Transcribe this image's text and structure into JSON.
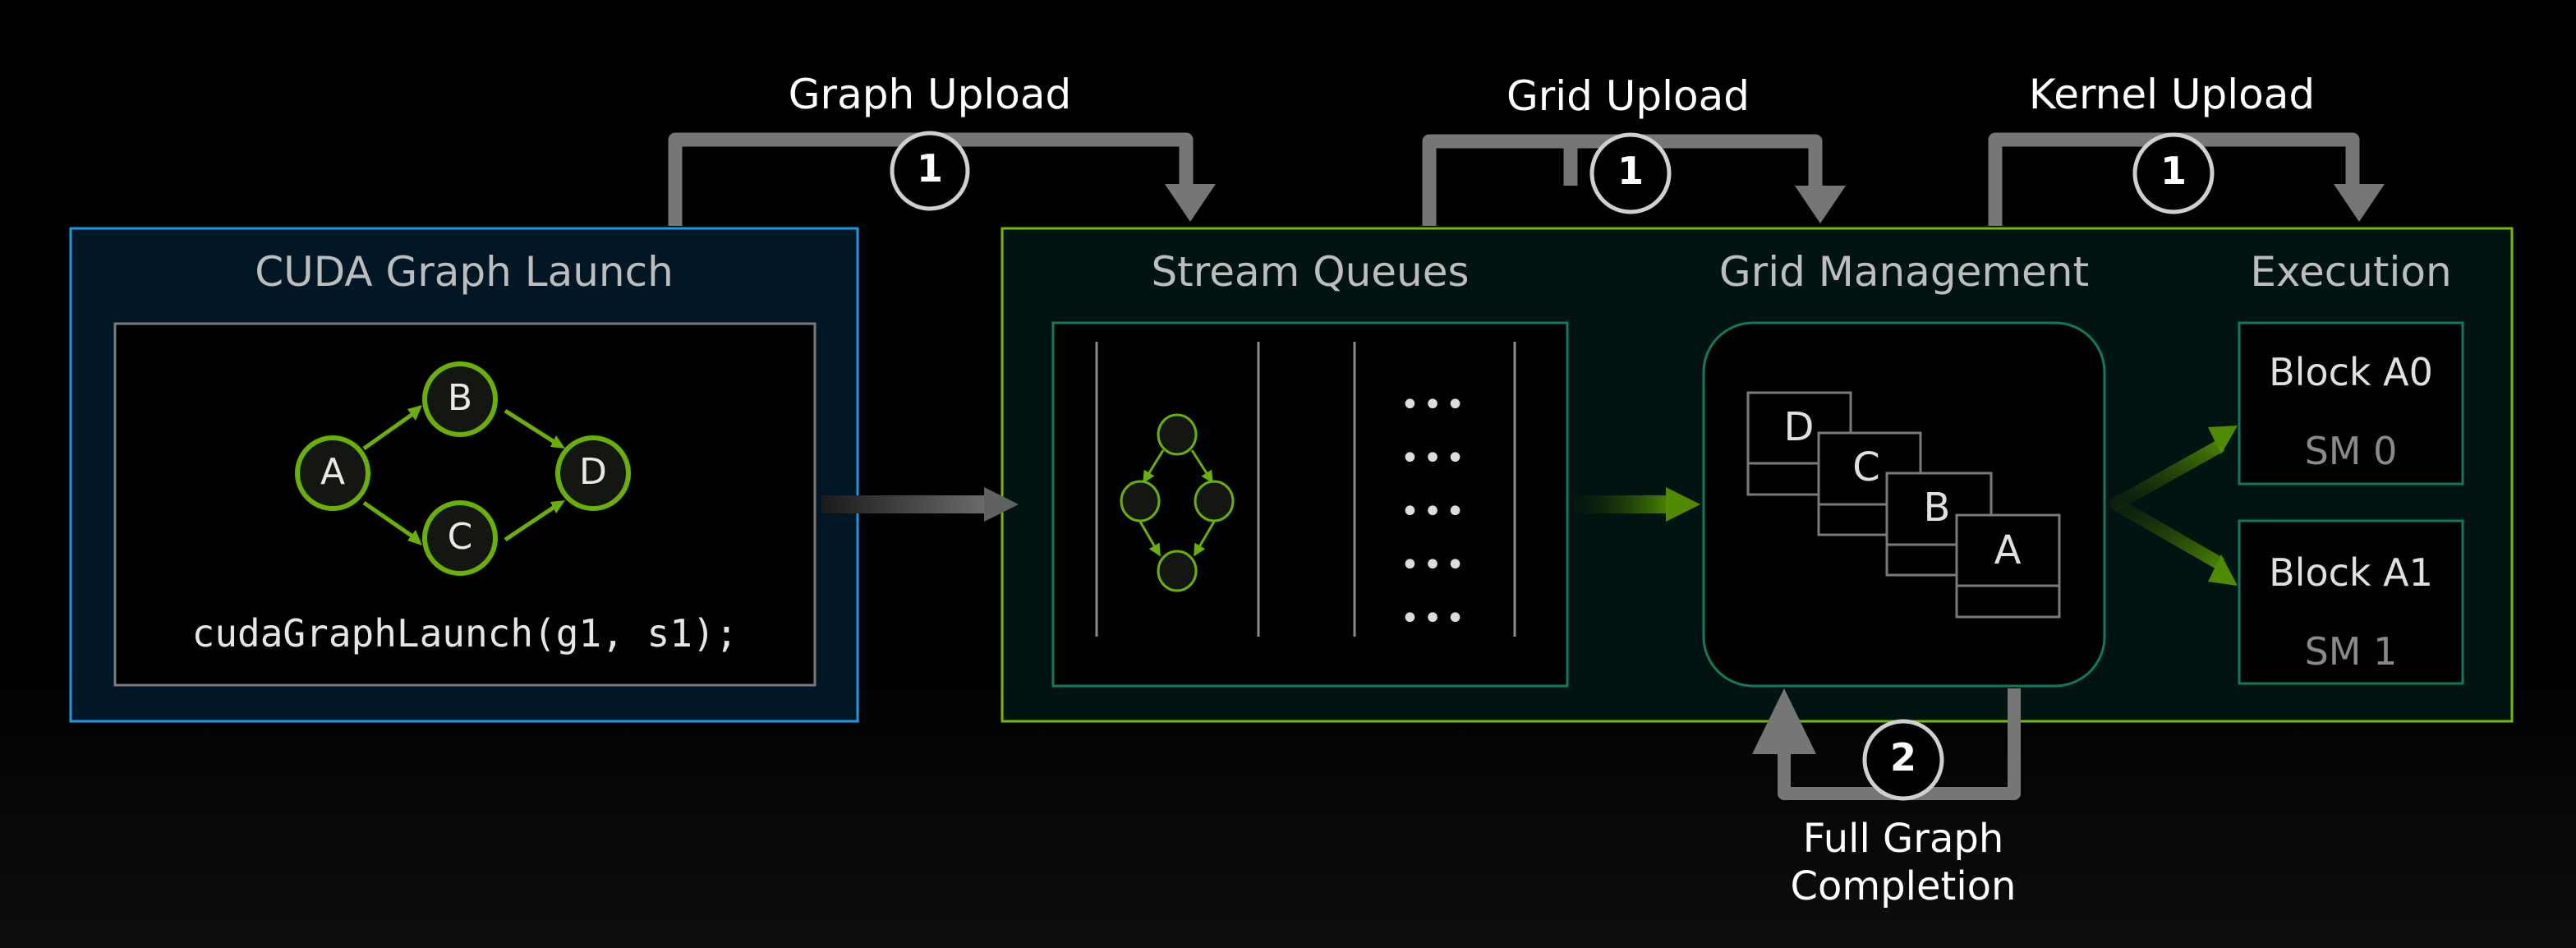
{
  "colors": {
    "background": "#000000",
    "launch_border": "#1a9be0",
    "launch_fill": "#011725",
    "gpu_border": "#76b900",
    "gpu_fill": "#011412",
    "inner_border_teal": "#0f7a5c",
    "node_green": "#6ab000",
    "arrow_gray": "#767676",
    "step_circle": "#d0d0d0"
  },
  "flow_labels": {
    "graph_upload": "Graph Upload",
    "grid_upload": "Grid Upload",
    "kernel_upload": "Kernel Upload",
    "full_graph_completion_line1": "Full Graph",
    "full_graph_completion_line2": "Completion"
  },
  "steps": {
    "graph_upload": "1",
    "grid_upload": "1",
    "kernel_upload": "1",
    "completion": "2"
  },
  "launch_panel": {
    "title": "CUDA Graph Launch",
    "code": "cudaGraphLaunch(g1, s1);",
    "nodes": [
      "A",
      "B",
      "C",
      "D"
    ],
    "edges": [
      [
        "A",
        "B"
      ],
      [
        "A",
        "C"
      ],
      [
        "B",
        "D"
      ],
      [
        "C",
        "D"
      ]
    ]
  },
  "gpu_panel": {
    "stream_queues": {
      "title": "Stream Queues",
      "ellipsis_rows": [
        "•••",
        "•••",
        "•••",
        "•••",
        "•••"
      ]
    },
    "grid_management": {
      "title": "Grid Management",
      "grids": [
        "D",
        "C",
        "B",
        "A"
      ]
    },
    "execution": {
      "title": "Execution",
      "blocks": [
        {
          "name": "Block A0",
          "sm": "SM 0"
        },
        {
          "name": "Block A1",
          "sm": "SM 1"
        }
      ]
    }
  }
}
